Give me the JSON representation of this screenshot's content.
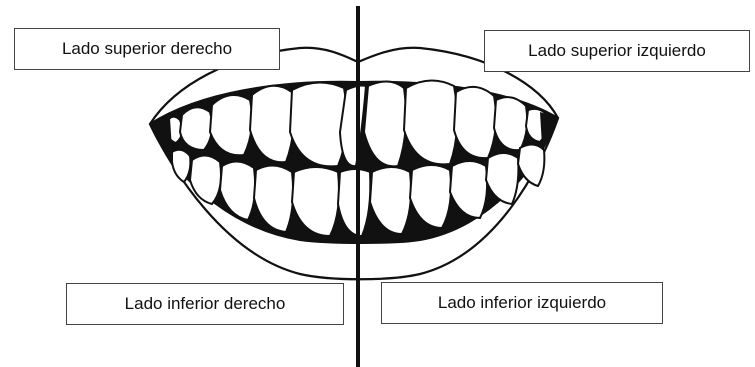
{
  "labels": {
    "upper_right": "Lado superior derecho",
    "upper_left": "Lado superior izquierdo",
    "lower_right": "Lado inferior derecho",
    "lower_left": "Lado inferior izquierdo"
  },
  "colors": {
    "line": "#111111",
    "tooth_fill": "#ffffff",
    "gap_fill": "#111111",
    "background": "#ffffff"
  }
}
